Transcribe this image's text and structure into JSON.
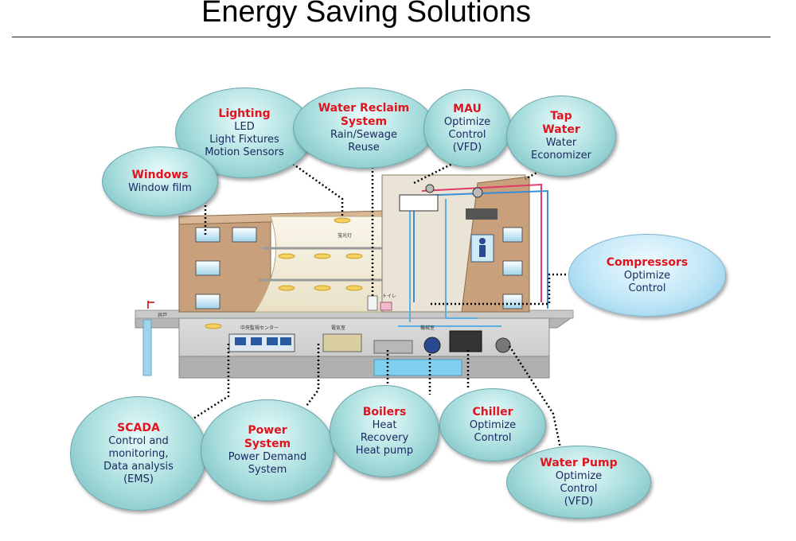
{
  "header": {
    "title": "Energy Saving Solutions"
  },
  "labels": {
    "fluorescent": "蛍光灯",
    "central_monitoring": "中央監視センター",
    "electrical_room": "電気室",
    "machine_room": "機械室",
    "toilet": "トイレ",
    "well": "井戸"
  },
  "bubbles": {
    "lighting": {
      "title": "Lighting",
      "lines": [
        "LED",
        "Light Fixtures",
        "Motion Sensors"
      ]
    },
    "water_reclaim": {
      "title_lines": [
        "Water Reclaim",
        "System"
      ],
      "lines": [
        "Rain/Sewage",
        "Reuse"
      ]
    },
    "mau": {
      "title": "MAU",
      "lines": [
        "Optimize",
        "Control",
        "(VFD)"
      ]
    },
    "tap_water": {
      "title_lines": [
        "Tap",
        "Water"
      ],
      "lines": [
        "Water",
        "Economizer"
      ]
    },
    "windows": {
      "title": "Windows",
      "lines": [
        "Window film"
      ]
    },
    "compressors": {
      "title": "Compressors",
      "lines": [
        "Optimize",
        "Control"
      ]
    },
    "scada": {
      "title": "SCADA",
      "lines": [
        "Control and",
        "monitoring,",
        "Data analysis",
        "(EMS)"
      ]
    },
    "power_system": {
      "title_lines": [
        "Power",
        "System"
      ],
      "lines": [
        "Power Demand",
        "System"
      ]
    },
    "boilers": {
      "title": "Boilers",
      "lines": [
        "Heat",
        "Recovery",
        "Heat pump"
      ]
    },
    "chiller": {
      "title": "Chiller",
      "lines": [
        "Optimize",
        "Control"
      ]
    },
    "water_pump": {
      "title": "Water Pump",
      "lines": [
        "Optimize",
        "Control",
        "(VFD)"
      ]
    }
  }
}
